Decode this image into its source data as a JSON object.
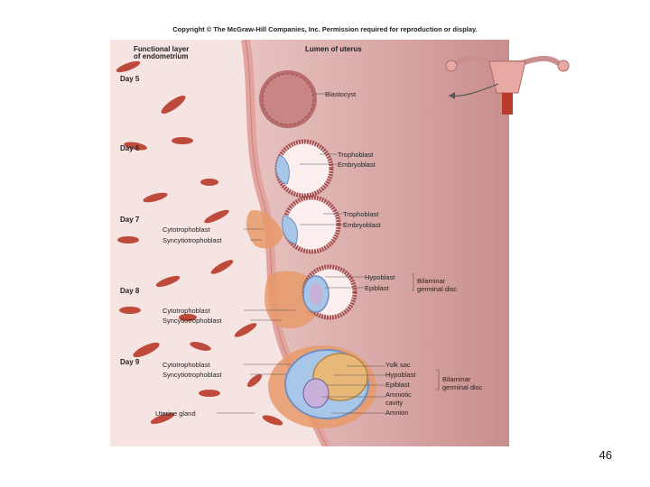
{
  "copyright": "Copyright © The McGraw-Hill Companies, Inc. Permission required for reproduction or display.",
  "headers": {
    "functional_layer_1": "Functional layer",
    "functional_layer_2": "of endometrium",
    "lumen": "Lumen of uterus"
  },
  "days": [
    "Day 5",
    "Day 6",
    "Day 7",
    "Day 8",
    "Day 9"
  ],
  "labels": {
    "blastocyst": "Blastocyst",
    "d6_trophoblast": "Trophoblast",
    "d6_embryoblast": "Embryoblast",
    "d7_trophoblast": "Trophoblast",
    "d7_embryoblast": "Embryoblast",
    "d7_cytotrophoblast": "Cytotrophoblast",
    "d7_syncytiotrophoblast": "Syncytiotrophoblast",
    "d8_hypoblast": "Hypoblast",
    "d8_epiblast": "Epiblast",
    "d8_bilaminar_1": "Bilaminar",
    "d8_bilaminar_2": "germinal disc",
    "d8_cytotrophoblast": "Cytotrophoblast",
    "d8_syncytiotrophoblast": "Syncytiotrophoblast",
    "d9_cytotrophoblast": "Cytotrophoblast",
    "d9_syncytiotrophoblast": "Syncytiotrophoblast",
    "d9_yolk_sac": "Yolk sac",
    "d9_hypoblast": "Hypoblast",
    "d9_epiblast": "Epiblast",
    "d9_amniotic_1": "Amniotic",
    "d9_amniotic_2": "cavity",
    "d9_amnion": "Amnion",
    "d9_bilaminar_1": "Bilaminar",
    "d9_bilaminar_2": "germinal disc",
    "uterine_gland": "Uterine gland"
  },
  "page_number": "46",
  "colors": {
    "wall": "#e8a9a4",
    "tissue": "#f3dede",
    "gland": "#b83a2a",
    "trophoblast": "#a8c6e8",
    "syncytio": "#e89a6a",
    "yolk": "#e8b878"
  }
}
